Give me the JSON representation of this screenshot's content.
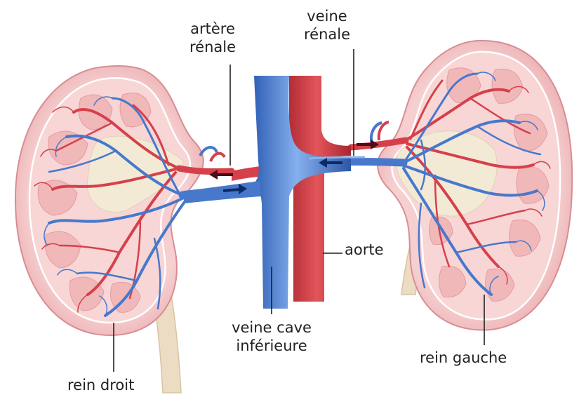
{
  "labels": {
    "artere_line1": "artère",
    "artere_line2": "rénale",
    "veine_line1": "veine",
    "veine_line2": "rénale",
    "aorte": "aorte",
    "cave_line1": "veine cave",
    "cave_line2": "inférieure",
    "rein_gauche": "rein gauche",
    "rein_droit": "rein droit"
  },
  "colors": {
    "capsule": "#f2c3c4",
    "cortex": "#f7d3d2",
    "pyramid": "#f0b3b5",
    "sinus": "#f3ead8",
    "artery": "#d9434a",
    "vein": "#4b7fd0",
    "vein_light": "#7aa6e6",
    "ureter": "#eadcc4"
  }
}
